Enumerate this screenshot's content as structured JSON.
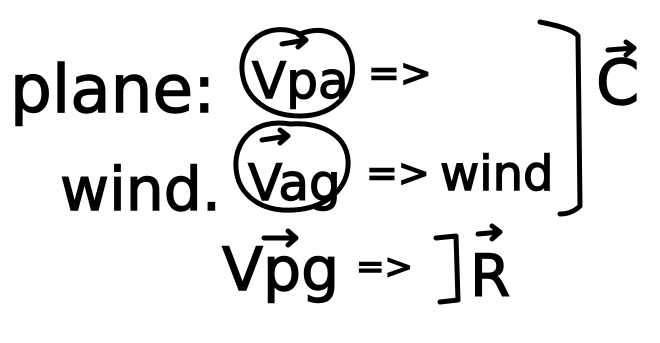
{
  "notes": {
    "row1": {
      "label": "plane:",
      "vector": "Vpa",
      "arrow": "=>",
      "meaning": ""
    },
    "row2": {
      "label": "wind.",
      "vector": "Vag",
      "arrow": "=>",
      "meaning": "wind"
    },
    "row3": {
      "vector": "Vpg",
      "arrow": "=>"
    },
    "bracket_labels": {
      "upper": "C",
      "lower": "R"
    }
  },
  "colors": {
    "ink": "#000000",
    "paper": "#ffffff"
  }
}
